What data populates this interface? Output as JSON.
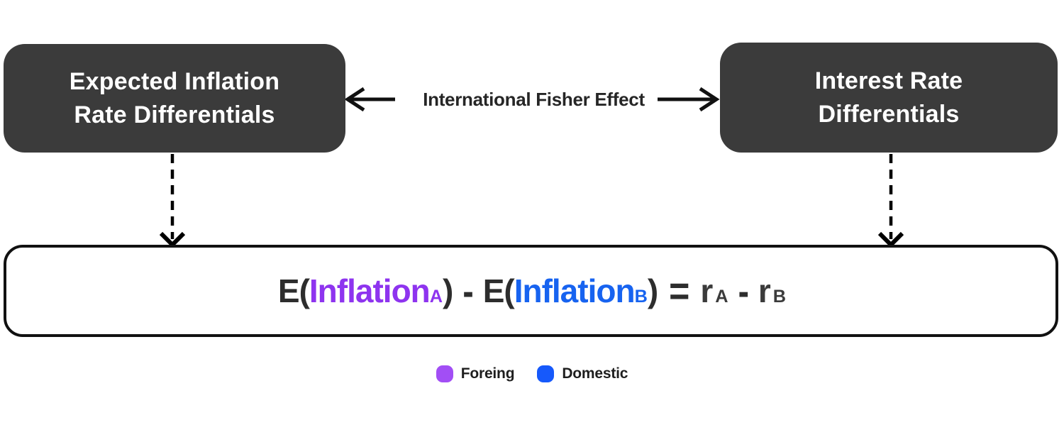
{
  "boxes": {
    "left": {
      "lines": [
        "Expected Inflation",
        "Rate Differentials"
      ]
    },
    "right": {
      "lines": [
        "Interest Rate",
        "Differentials"
      ]
    }
  },
  "connector": {
    "label": "International Fisher Effect"
  },
  "formula": {
    "open_a": "E(",
    "term_a": "Inflation",
    "sub_a": "A",
    "close_a": ")",
    "minus_1": "-",
    "open_b": "E(",
    "term_b": "Inflation",
    "sub_b": "B",
    "close_b": ")",
    "equals": "=",
    "r_a": "r",
    "sub_ra": "A",
    "minus_2": "-",
    "r_b": "r",
    "sub_rb": "B"
  },
  "legend": {
    "items": [
      {
        "label": "Foreing",
        "color": "#A24EF5"
      },
      {
        "label": "Domestic",
        "color": "#1659FB"
      }
    ]
  },
  "colors": {
    "box_fill": "#3B3B3B",
    "foreign_term": "#8E34EF",
    "domestic_term": "#1763F0",
    "ink": "#111111",
    "formula_ink": "#2D2D2D"
  }
}
